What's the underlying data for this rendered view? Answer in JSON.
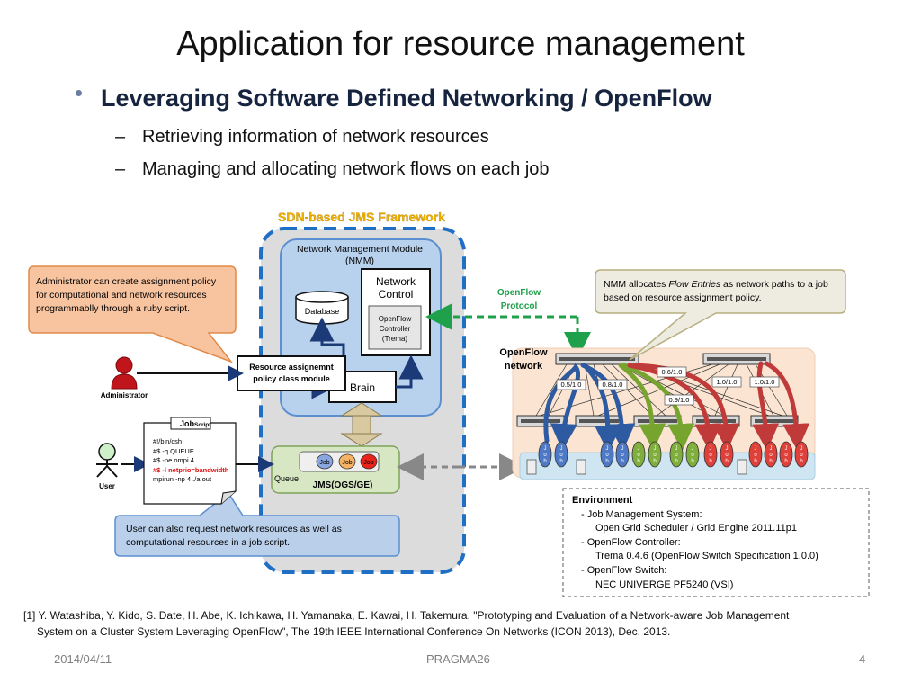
{
  "slide": {
    "title": "Application for resource management",
    "bullet": "Leveraging Software Defined Networking / OpenFlow",
    "sub_bullets": [
      "Retrieving information of network resources",
      "Managing and allocating network flows on each job"
    ]
  },
  "diagram": {
    "framework_label": "SDN-based JMS Framework",
    "nmm_label_line1": "Network Management Module",
    "nmm_label_line2": "(NMM)",
    "network_control_line1": "Network",
    "network_control_line2": "Control",
    "openflow_controller": [
      "OpenFlow",
      "Controller",
      "(Trema)"
    ],
    "database_label": "Database",
    "policy_line1": "Resource assignemnt",
    "policy_line2": "policy class module",
    "brain_label": "Brain",
    "jms_label": "JMS(OGS/GE)",
    "queue_label": "Queue",
    "job_label": "Job",
    "openflow_protocol_line1": "OpenFlow",
    "openflow_protocol_line2": "Protocol",
    "openflow_network_line1": "OpenFlow",
    "openflow_network_line2": "network",
    "administrator_label": "Administrator",
    "user_label": "User",
    "job_script_title": "Job",
    "job_script_subtitle": "Script",
    "job_script_lines": [
      "#!/bin/csh",
      "#$ -q QUEUE",
      "#$ -pe ompi 4",
      "#$ -l netprio=bandwidth",
      "mpirun -np 4 ./a.out"
    ],
    "bandwidth_labels": [
      "0.6/1.0",
      "0.5/1.0",
      "0.8/1.0",
      "1.0/1.0",
      "1.0/1.0",
      "0.9/1.0"
    ],
    "callout_admin": "Administrator can create assignment policy for computational and network resources programmablly through a ruby script.",
    "callout_user": "User can also request network resources as well as computational resources in a job script.",
    "callout_nmm_before": "NMM allocates ",
    "callout_nmm_em": "Flow Entries",
    "callout_nmm_after": " as network paths to a job based on resource assignment policy."
  },
  "environment": {
    "title": "Environment",
    "lines": [
      "-  Job Management System:",
      "Open Grid Scheduler / Grid Engine  2011.11p1",
      "-  OpenFlow Controller:",
      "Trema 0.4.6  (OpenFlow Switch Specification 1.0.0)",
      "-  OpenFlow Switch:",
      "NEC UNIVERGE PF5240 (VSI)"
    ]
  },
  "reference": {
    "line1": "[1] Y. Watashiba, Y. Kido, S. Date, H. Abe, K. Ichikawa, H. Yamanaka, E. Kawai, H. Takemura, \"Prototyping and Evaluation of a Network-aware Job Management",
    "line2": "System on a Cluster System Leveraging OpenFlow\", The 19th IEEE International Conference On Networks (ICON 2013), Dec. 2013."
  },
  "footer": {
    "date": "2014/04/11",
    "event": "PRAGMA26",
    "page": "4"
  },
  "colors": {
    "title_dark": "#16243f",
    "framework_orange": "#f0b400",
    "framework_blue": "#1f6fc4",
    "nmm_fill": "#b8d2ee",
    "jms_fill": "#d7e7c4",
    "arrow_green": "#1fa04a",
    "flow_blue": "#2d5aa0",
    "flow_green": "#77a42f",
    "flow_red": "#c03a3a",
    "callout_orange": "#f8c4a0",
    "callout_blue": "#b9cfea",
    "callout_tan": "#eeece0"
  }
}
